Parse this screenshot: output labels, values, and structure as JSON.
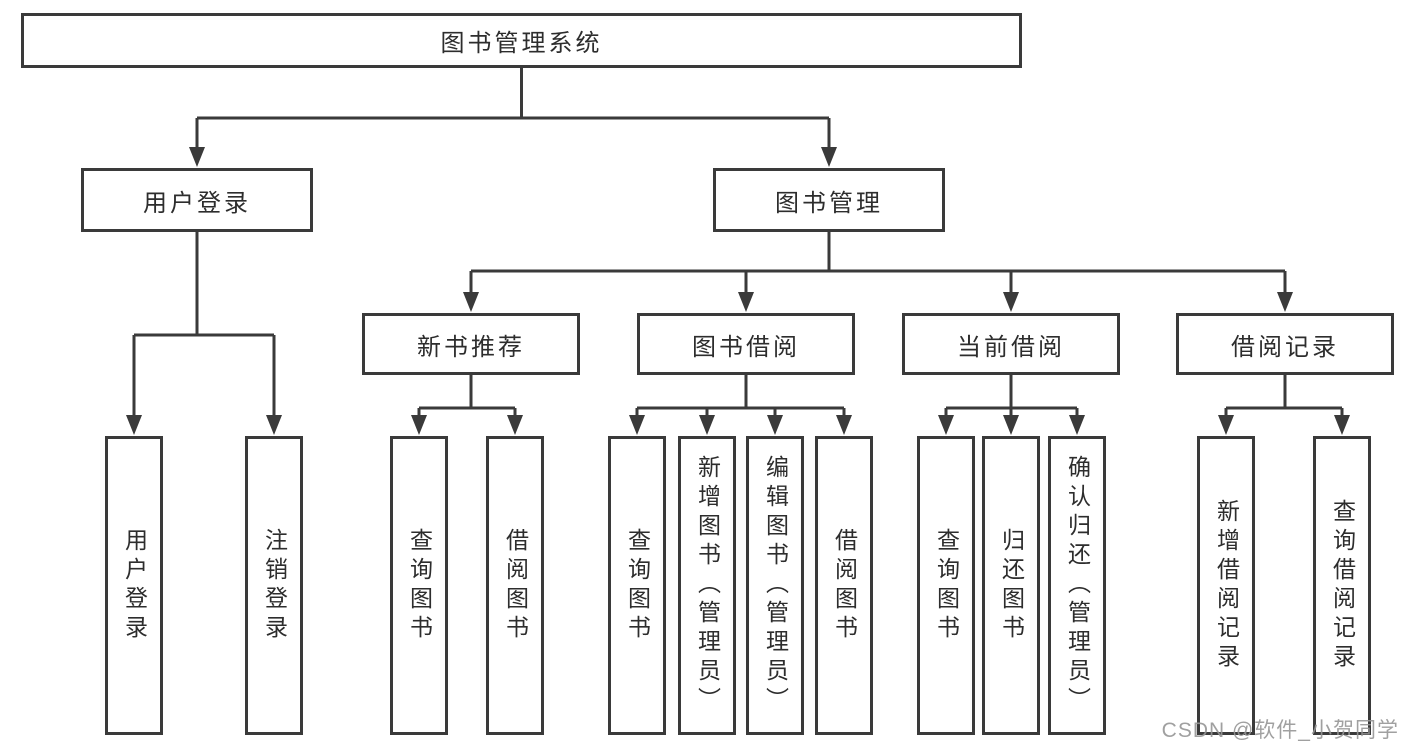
{
  "tree": {
    "root": {
      "label": "图书管理系统"
    },
    "user_login": {
      "label": "用户登录",
      "children": [
        {
          "label": "用户登录"
        },
        {
          "label": "注销登录"
        }
      ]
    },
    "book_management": {
      "label": "图书管理",
      "sections": [
        {
          "label": "新书推荐",
          "children": [
            {
              "label": "查询图书"
            },
            {
              "label": "借阅图书"
            }
          ]
        },
        {
          "label": "图书借阅",
          "children": [
            {
              "label": "查询图书"
            },
            {
              "label": "新增图书（管理员）"
            },
            {
              "label": "编辑图书（管理员）"
            },
            {
              "label": "借阅图书"
            }
          ]
        },
        {
          "label": "当前借阅",
          "children": [
            {
              "label": "查询图书"
            },
            {
              "label": "归还图书"
            },
            {
              "label": "确认归还（管理员）"
            }
          ]
        },
        {
          "label": "借阅记录",
          "children": [
            {
              "label": "新增借阅记录"
            },
            {
              "label": "查询借阅记录"
            }
          ]
        }
      ]
    }
  },
  "watermark": {
    "text": "CSDN @软件_小贺同学"
  },
  "colors": {
    "line": "#3a3a3a",
    "text": "#2d2d2d",
    "watermark": "#969696",
    "background": "#ffffff"
  }
}
